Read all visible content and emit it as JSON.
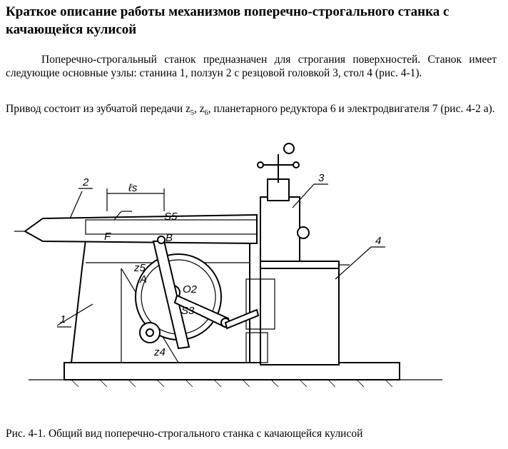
{
  "document": {
    "title": "Краткое описание работы механизмов поперечно-строгального станка с качающейся кулисой",
    "paragraph1": "Поперечно-строгальный станок предназначен для строгания поверхностей. Станок имеет следующие основные узлы: станина 1, ползун 2 с резцовой головкой 3, стол 4 (рис. 4-1).",
    "paragraph2_parts": {
      "before": "Привод состоит из зубчатой передачи z",
      "sub1": "5",
      "between": ", z",
      "sub2": "6",
      "after": ", планетарного редуктора 6 и электродвигателя 7 (рис. 4-2 а)."
    },
    "caption": "Рис. 4-1. Общий вид поперечно-строгального станка с качающейся кулисой"
  },
  "figure_labels": {
    "l1": "1",
    "l2": "2",
    "l3": "3",
    "l4": "4",
    "ls": "ℓs",
    "z5": "z5",
    "z4": "z4",
    "a": "A",
    "b": "B",
    "f": "F",
    "s5": "S5",
    "s3": "S3",
    "o2": "O2"
  }
}
